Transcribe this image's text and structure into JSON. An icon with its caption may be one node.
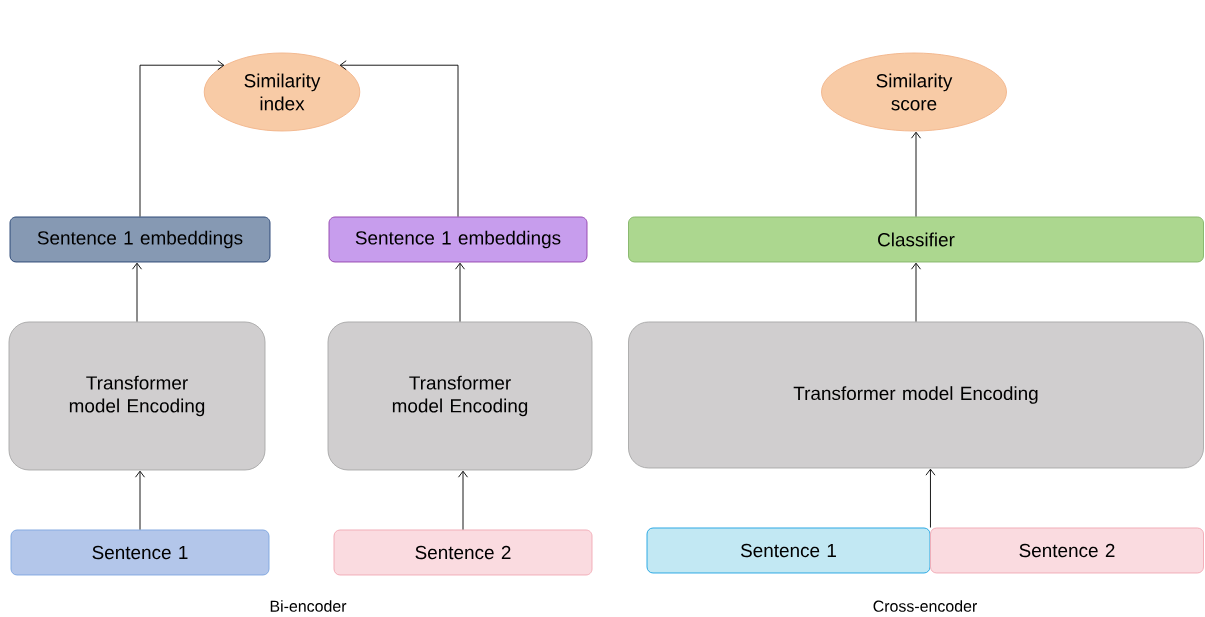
{
  "diagram": {
    "nodes": [
      {
        "text": [
          "Similarity index"
        ]
      },
      {
        "text": [
          "Sentence 1 embeddings"
        ]
      },
      {
        "text": [
          "Sentence 1 embeddings"
        ]
      },
      {
        "text": [
          "Transformer model Encoding"
        ]
      },
      {
        "text": [
          "Transformer model Encoding"
        ]
      },
      {
        "text": [
          "Sentence 1"
        ]
      },
      {
        "text": [
          "Sentence 2"
        ]
      },
      {
        "text": [
          "Similarity score"
        ]
      },
      {
        "text": [
          "Classifier"
        ]
      },
      {
        "text": [
          "Transformer model Encoding"
        ]
      },
      {
        "text": [
          "Sentence 1"
        ]
      },
      {
        "text": [
          "Sentence 2"
        ]
      }
    ],
    "edges": [
      {
        "from": 5,
        "to": 3,
        "arrow": "to"
      },
      {
        "from": 3,
        "to": 1,
        "arrow": "to"
      },
      {
        "from": 1,
        "to": 0,
        "arrow": "to"
      },
      {
        "from": 6,
        "to": 4,
        "arrow": "to"
      },
      {
        "from": 4,
        "to": 2,
        "arrow": "to"
      },
      {
        "from": 2,
        "to": 0,
        "arrow": "to"
      },
      {
        "from": 10,
        "to": 9,
        "arrow": "to"
      },
      {
        "from": 11,
        "to": 9,
        "arrow": "to"
      },
      {
        "from": 9,
        "to": 8,
        "arrow": "to"
      },
      {
        "from": 8,
        "to": 7,
        "arrow": "to"
      }
    ],
    "labels": [
      "Bi-encoder",
      "Cross-encoder"
    ]
  }
}
